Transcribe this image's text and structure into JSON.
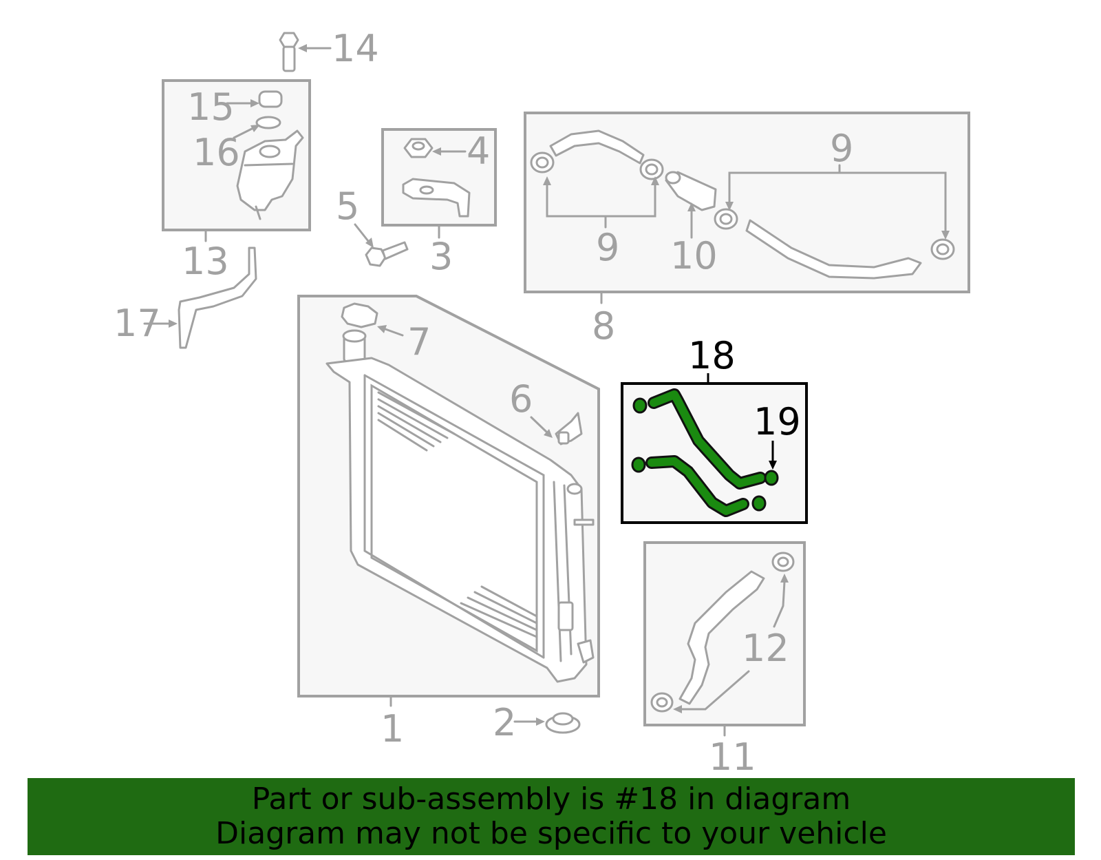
{
  "callouts": {
    "c1": "1",
    "c2": "2",
    "c3": "3",
    "c4": "4",
    "c5": "5",
    "c6": "6",
    "c7": "7",
    "c8": "8",
    "c9a": "9",
    "c9b": "9",
    "c10": "10",
    "c11": "11",
    "c12": "12",
    "c13": "13",
    "c14": "14",
    "c15": "15",
    "c16": "16",
    "c17": "17",
    "c18": "18",
    "c19": "19"
  },
  "highlighted_part": "18",
  "colors": {
    "highlight": "#1a8a10",
    "banner": "#1f6b12",
    "callout": "#a1a1a1"
  },
  "banner": {
    "line1": "Part or sub-assembly is #18 in diagram",
    "line2": "Diagram may not be specific to your vehicle"
  }
}
